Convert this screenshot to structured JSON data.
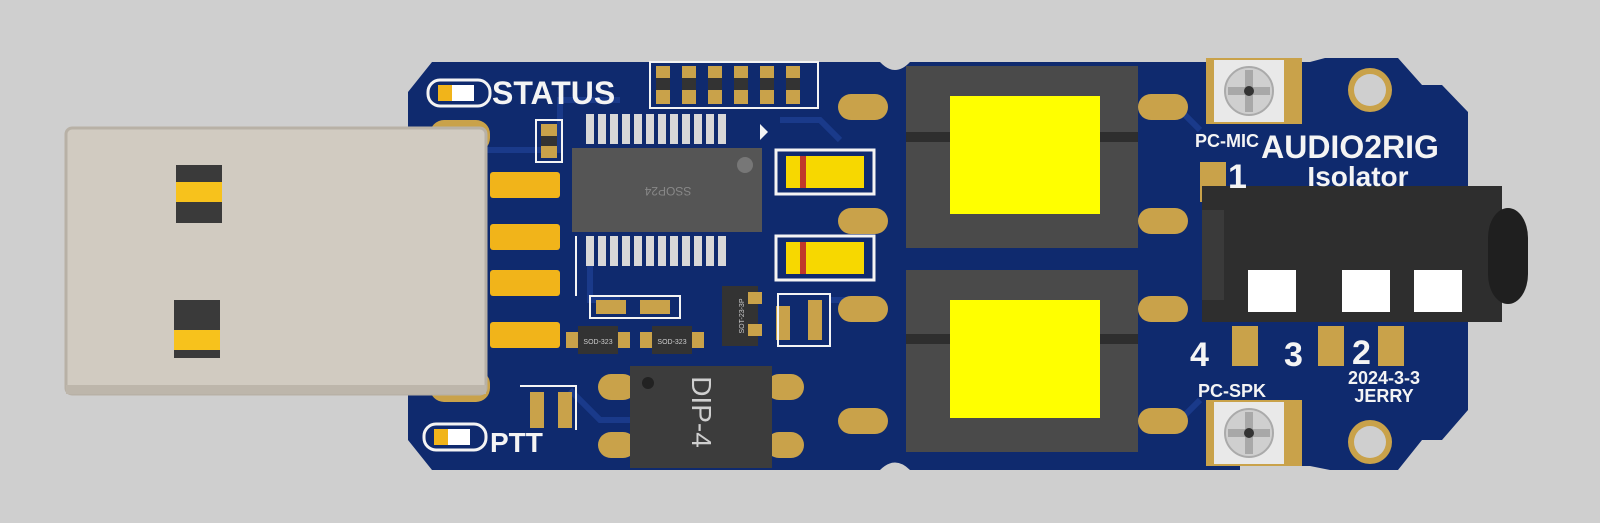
{
  "board": {
    "title_line1": "AUDIO2RIG",
    "title_line2": "Isolator",
    "date": "2024-3-3",
    "author": "JERRY",
    "colors": {
      "background": "#cfcfcf",
      "pcb": "#0f2a6e",
      "pad": "#c9a24a",
      "silk": "#f4f4f4",
      "transformer_core": "#ffff00",
      "component": "#4a4a4a"
    }
  },
  "labels": {
    "status": "STATUS",
    "ptt": "PTT",
    "pc_mic": "PC-MIC",
    "pc_spk": "PC-SPK",
    "pin1": "1",
    "pin2": "2",
    "pin3": "3",
    "pin4": "4"
  },
  "packages": {
    "ic": "SSOP24",
    "optocoupler": "DIP-4",
    "diode_a": "SOD-323",
    "diode_b": "SOD-323",
    "regulator": "SOT-23-3P"
  },
  "icons": [
    "usb-a-connector",
    "led",
    "ic-chip",
    "transformer",
    "trimmer-potentiometer",
    "audio-jack",
    "mounting-hole"
  ]
}
